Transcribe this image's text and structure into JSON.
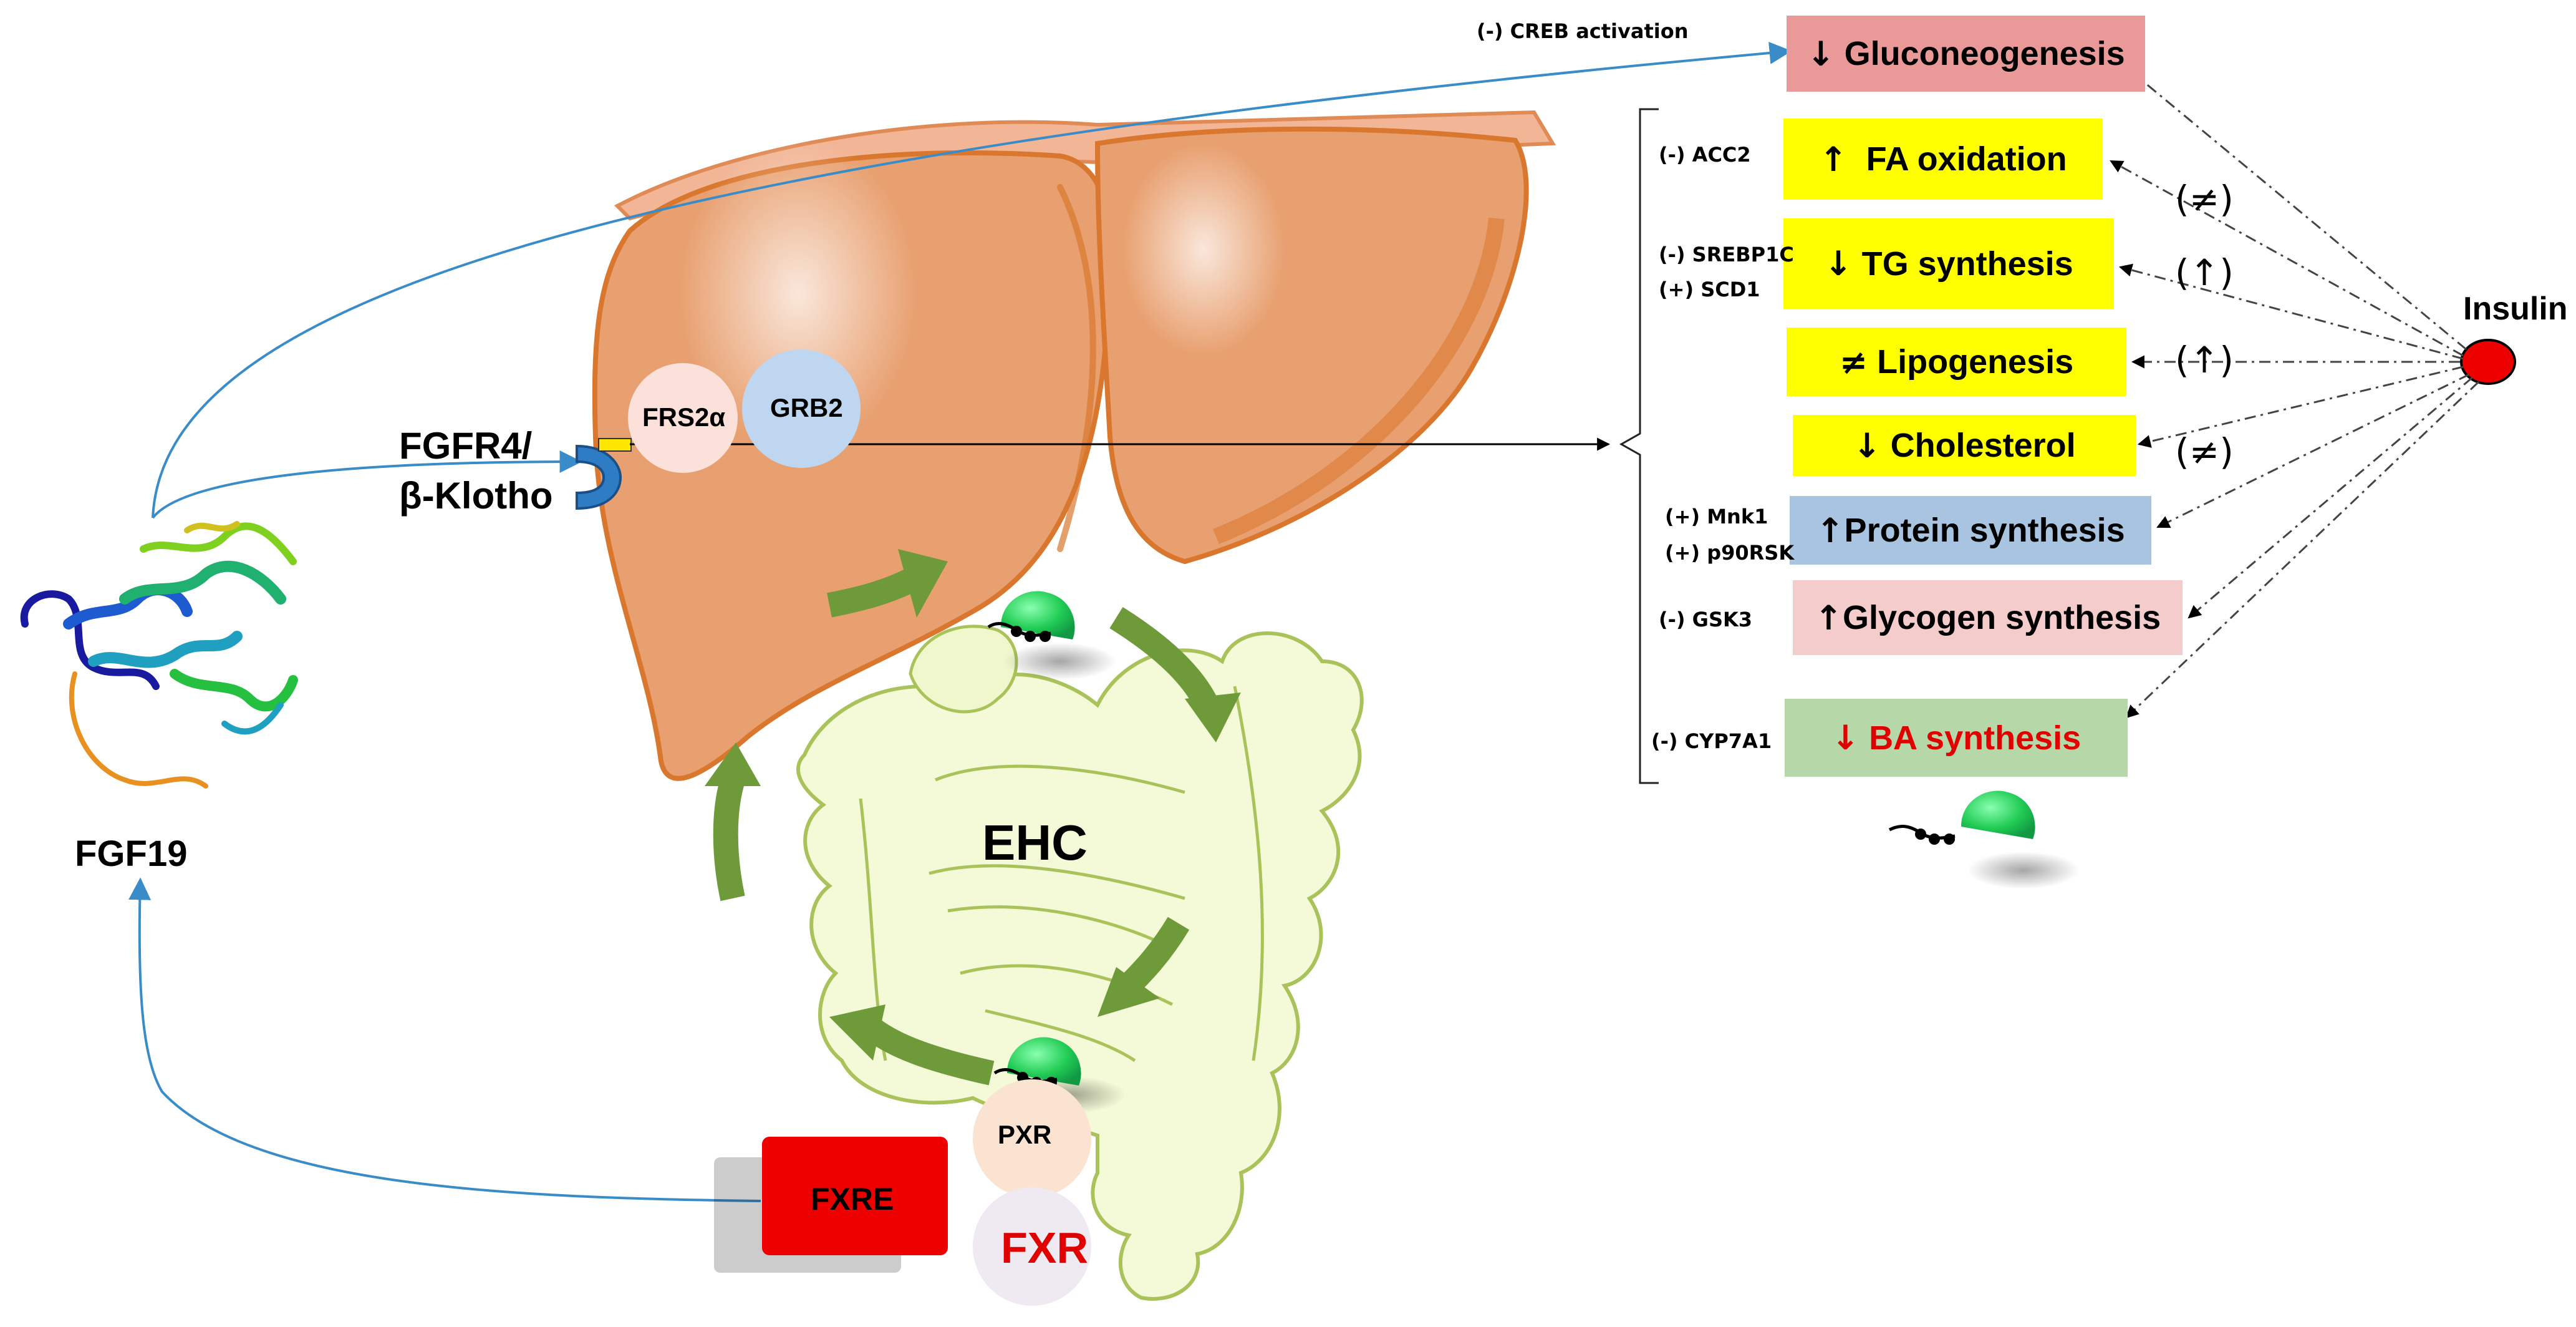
{
  "labels": {
    "fgf19": "FGF19",
    "receptor_line1": "FGFR4/",
    "receptor_line2": "β-Klotho",
    "frs2a": "FRS2α",
    "grb2": "GRB2",
    "ehc": "EHC",
    "pxr": "PXR",
    "fxr": "FXR",
    "fxre": "FXRE",
    "insulin": "Insulin",
    "creb": "(-) CREB activation"
  },
  "effects": [
    {
      "arrow": "↓",
      "text": "Gluconeogenesis",
      "modulators": [],
      "insulin_effect": "",
      "color": "#ea9999",
      "text_color": "#000000"
    },
    {
      "arrow": "↑",
      "text": "FA oxidation",
      "modulators": [
        "(-) ACC2"
      ],
      "insulin_effect": "(≠)",
      "color": "#ffff00",
      "text_color": "#000000"
    },
    {
      "arrow": "↓",
      "text": "TG synthesis",
      "modulators": [
        "(-) SREBP1C",
        "(+) SCD1"
      ],
      "insulin_effect": "(↑)",
      "color": "#ffff00",
      "text_color": "#000000"
    },
    {
      "arrow": "≠",
      "text": "Lipogenesis",
      "modulators": [],
      "insulin_effect": "(↑)",
      "color": "#ffff00",
      "text_color": "#000000"
    },
    {
      "arrow": "↓",
      "text": "Cholesterol",
      "modulators": [],
      "insulin_effect": "(≠)",
      "color": "#ffff00",
      "text_color": "#000000"
    },
    {
      "arrow": "↑",
      "text": "Protein synthesis",
      "modulators": [
        "(+) Mnk1",
        "(+) p90RSK"
      ],
      "insulin_effect": "",
      "color": "#a8c4e0",
      "text_color": "#000000"
    },
    {
      "arrow": "↑",
      "text": "Glycogen synthesis",
      "modulators": [
        "(-) GSK3"
      ],
      "insulin_effect": "",
      "color": "#f4cccc",
      "text_color": "#000000"
    },
    {
      "arrow": "↓",
      "text": "BA synthesis",
      "modulators": [
        "(-) CYP7A1"
      ],
      "insulin_effect": "",
      "color": "#b6d7a8",
      "text_color": "#e00000"
    }
  ],
  "colors": {
    "liver": "#e8a070",
    "liver_edge": "#d9772e",
    "intestine": "#f4fad7",
    "intestine_edge": "#a9c25a",
    "flow_arrow": "#6f9a3a",
    "signal_line": "#3a8cc8",
    "fxre": "#ee0000",
    "insulin": "#ee0000",
    "receptor": "#2e7cc4"
  }
}
